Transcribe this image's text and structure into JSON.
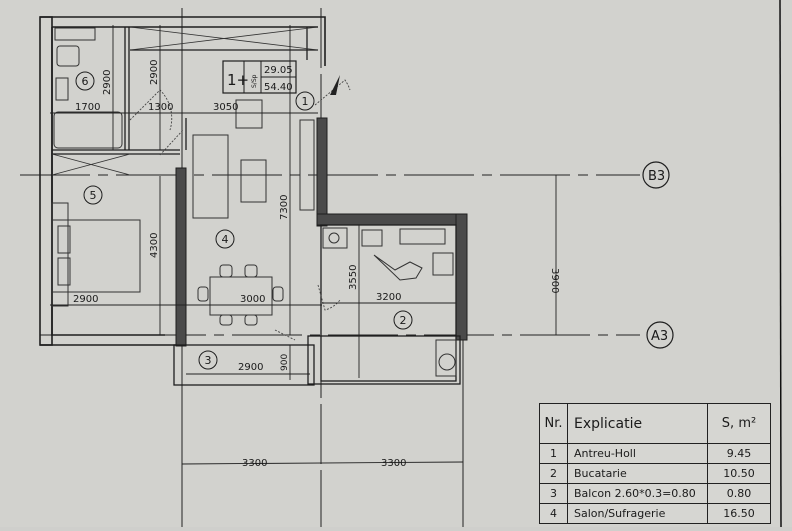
{
  "plan": {
    "apartment_type": "1+",
    "area_label_rotated": "S/Sp",
    "area_living": "29.05",
    "area_total": "54.40",
    "axes": [
      {
        "id": "B3",
        "label": "B3"
      },
      {
        "id": "A3",
        "label": "A3"
      }
    ],
    "rooms": [
      {
        "nr": "1",
        "label": "1"
      },
      {
        "nr": "2",
        "label": "2"
      },
      {
        "nr": "3",
        "label": "3"
      },
      {
        "nr": "4",
        "label": "4"
      },
      {
        "nr": "5",
        "label": "5"
      },
      {
        "nr": "6",
        "label": "6"
      }
    ],
    "dimensions": {
      "bath_height": "2900",
      "hall_height": "2900",
      "bath_width": "1700",
      "hall_width": "1300",
      "salon_top_width": "3050",
      "salon_height": "7300",
      "bedroom_height": "4300",
      "bedroom_width": "2900",
      "salon_width": "3000",
      "kitchen_height": "3550",
      "kitchen_width": "3200",
      "axis_spacing": "3900",
      "balcony_width": "2900",
      "balcony_depth": "900",
      "grid_left": "3300",
      "grid_right": "3300"
    }
  },
  "legend": {
    "headers": {
      "nr": "Nr.",
      "explicatie": "Explicatie",
      "area": "S, m²"
    },
    "rows": [
      {
        "nr": "1",
        "explicatie": "Antreu-Holl",
        "area": "9.45"
      },
      {
        "nr": "2",
        "explicatie": "Bucatarie",
        "area": "10.50"
      },
      {
        "nr": "3",
        "explicatie": "Balcon 2.60*0.3=0.80",
        "area": "0.80"
      },
      {
        "nr": "4",
        "explicatie": "Salon/Sufragerie",
        "area": "16.50"
      }
    ]
  },
  "colors": {
    "paper": "#d2d2ce",
    "line": "#1e1e1e",
    "wall_fill": "#4a4a4a"
  }
}
